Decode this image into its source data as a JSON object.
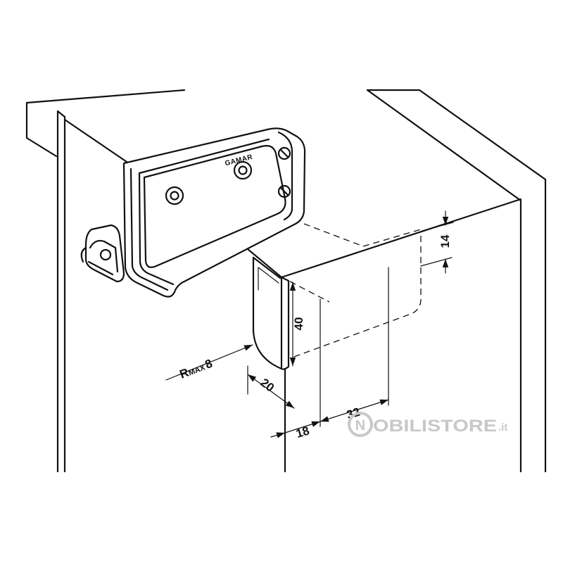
{
  "bracket": {
    "stamp": "GAMAR"
  },
  "dimensions": {
    "d14": "14",
    "d40": "40",
    "radius_prefix": "R",
    "radius_sub": "MAX",
    "radius_value": "8",
    "d20": "20",
    "d18": "18",
    "d32": "32"
  },
  "watermark": {
    "mark": "N",
    "text": "OBILISTORE",
    "suffix": ".it"
  },
  "colors": {
    "line": "#111111",
    "background": "#ffffff",
    "watermark": "#c8c8c8"
  }
}
